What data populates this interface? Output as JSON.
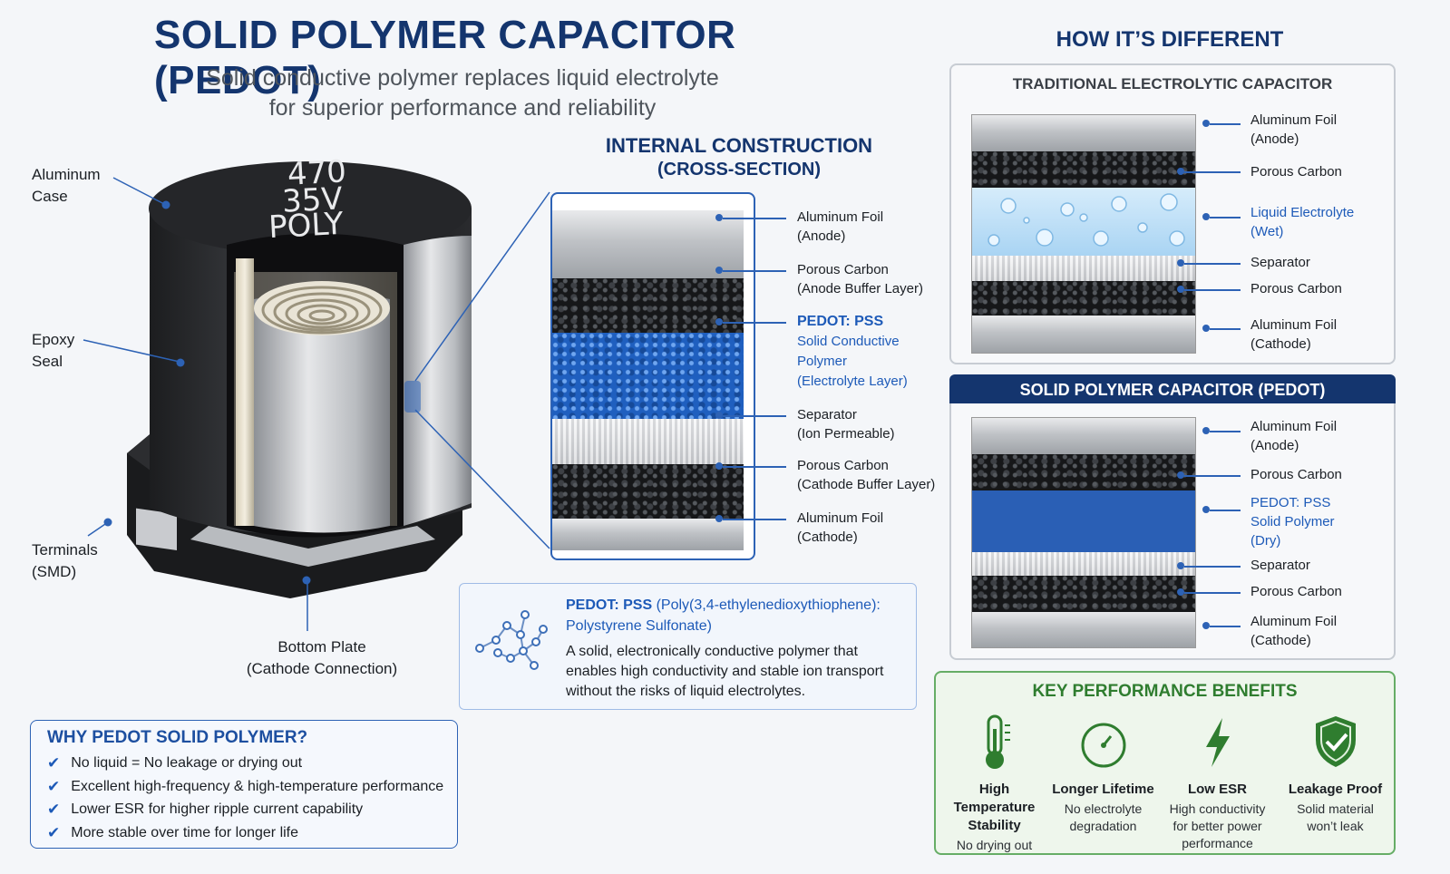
{
  "title": "SOLID POLYMER CAPACITOR (PEDOT)",
  "subtitle": [
    "Solid conductive polymer replaces liquid electrolyte",
    "for superior performance and reliability"
  ],
  "capacitor": {
    "marking": [
      "470",
      "35V",
      "POLY"
    ],
    "labels": {
      "case": [
        "Aluminum",
        "Case"
      ],
      "epoxy": [
        "Epoxy",
        "Seal"
      ],
      "terminals": [
        "Terminals",
        "(SMD)"
      ],
      "bottom": [
        "Bottom Plate",
        "(Cathode Connection)"
      ]
    }
  },
  "construction": {
    "title": "INTERNAL CONSTRUCTION",
    "subtitle": "(CROSS-SECTION)",
    "layers": [
      {
        "line1": "Aluminum Foil",
        "line2": "(Anode)"
      },
      {
        "line1": "Porous Carbon",
        "line2": "(Anode Buffer Layer)"
      },
      {
        "line1": "PEDOT: PSS",
        "line2": "Solid Conductive",
        "line3": "Polymer",
        "line4": "(Electrolyte Layer)"
      },
      {
        "line1": "Separator",
        "line2": "(Ion Permeable)"
      },
      {
        "line1": "Porous Carbon",
        "line2": "(Cathode Buffer Layer)"
      },
      {
        "line1": "Aluminum Foil",
        "line2": "(Cathode)"
      }
    ]
  },
  "pedot_info": {
    "name": "PEDOT: PSS",
    "full": "(Poly(3,4-ethylenedioxythiophene):",
    "full2": "Polystyrene Sulfonate)",
    "desc": [
      "A solid, electronically conductive polymer that",
      "enables high conductivity and stable ion transport",
      "without the risks of liquid electrolytes."
    ]
  },
  "why": {
    "title": "WHY PEDOT SOLID POLYMER?",
    "items": [
      "No liquid = No leakage or drying out",
      "Excellent high-frequency & high-temperature performance",
      "Lower ESR for higher ripple current capability",
      "More stable over time for longer life"
    ]
  },
  "different": {
    "title": "HOW IT’S DIFFERENT",
    "traditional": {
      "title": "TRADITIONAL ELECTROLYTIC CAPACITOR",
      "labels": [
        [
          "Aluminum Foil",
          "(Anode)"
        ],
        [
          "Porous Carbon"
        ],
        [
          "Liquid Electrolyte",
          "(Wet)"
        ],
        [
          "Separator"
        ],
        [
          "Porous Carbon"
        ],
        [
          "Aluminum Foil",
          "(Cathode)"
        ]
      ]
    },
    "solid": {
      "title": "SOLID POLYMER CAPACITOR (PEDOT)",
      "labels": [
        [
          "Aluminum Foil",
          "(Anode)"
        ],
        [
          "Porous Carbon"
        ],
        [
          "PEDOT: PSS",
          "Solid Polymer",
          "(Dry)"
        ],
        [
          "Separator"
        ],
        [
          "Porous Carbon"
        ],
        [
          "Aluminum Foil",
          "(Cathode)"
        ]
      ]
    }
  },
  "benefits": {
    "title": "KEY PERFORMANCE BENEFITS",
    "items": [
      {
        "icon": "thermometer-icon",
        "title": [
          "High Temperature",
          "Stability"
        ],
        "desc": [
          "No drying out"
        ]
      },
      {
        "icon": "clock-icon",
        "title": [
          "Longer Lifetime"
        ],
        "desc": [
          "No electrolyte",
          "degradation"
        ]
      },
      {
        "icon": "lightning-icon",
        "title": [
          "Low ESR"
        ],
        "desc": [
          "High conductivity",
          "for better power",
          "performance"
        ]
      },
      {
        "icon": "shield-check-icon",
        "title": [
          "Leakage Proof"
        ],
        "desc": [
          "Solid material",
          "won’t leak"
        ]
      }
    ]
  },
  "colors": {
    "navy": "#14356e",
    "blue": "#1d5ab8",
    "green": "#2f7d2f"
  }
}
